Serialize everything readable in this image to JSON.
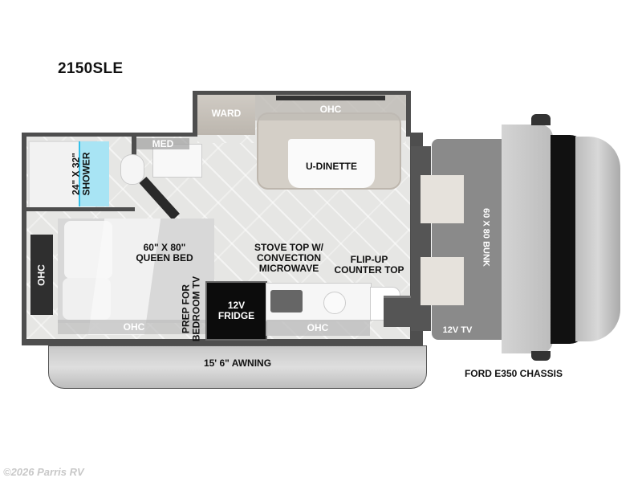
{
  "model": "2150SLE",
  "labels": {
    "ward": "WARD",
    "ohc_top": "OHC",
    "u_dinette": "U-DINETTE",
    "med": "MED",
    "shower_size": "24\" X 32\"",
    "shower": "SHOWER",
    "bed_size": "60\" X 80\"",
    "bed": "QUEEN BED",
    "ohc_bed_side": "OHC",
    "ohc_bed_bottom": "OHC",
    "tv_prep_1": "PREP FOR",
    "tv_prep_2": "BEDROOM TV",
    "stove_1": "STOVE TOP W/",
    "stove_2": "CONVECTION",
    "stove_3": "MICROWAVE",
    "counter_1": "FLIP-UP",
    "counter_2": "COUNTER TOP",
    "fridge_1": "12V",
    "fridge_2": "FRIDGE",
    "ohc_kitchen": "OHC",
    "bunk": "60 X 80 BUNK",
    "tv_front": "12V TV",
    "awning": "15' 6\" AWNING",
    "chassis": "FORD E350 CHASSIS"
  },
  "footer": {
    "copyright": "©2026 Parris RV"
  },
  "colors": {
    "wall": "#555555",
    "floor": "#e6e6e4",
    "shower": "#a8e4f4",
    "bunk": "#8a8a8a",
    "cab": "#c4c4c4",
    "windshield": "#111111",
    "fridge": "#0c0c0c"
  }
}
